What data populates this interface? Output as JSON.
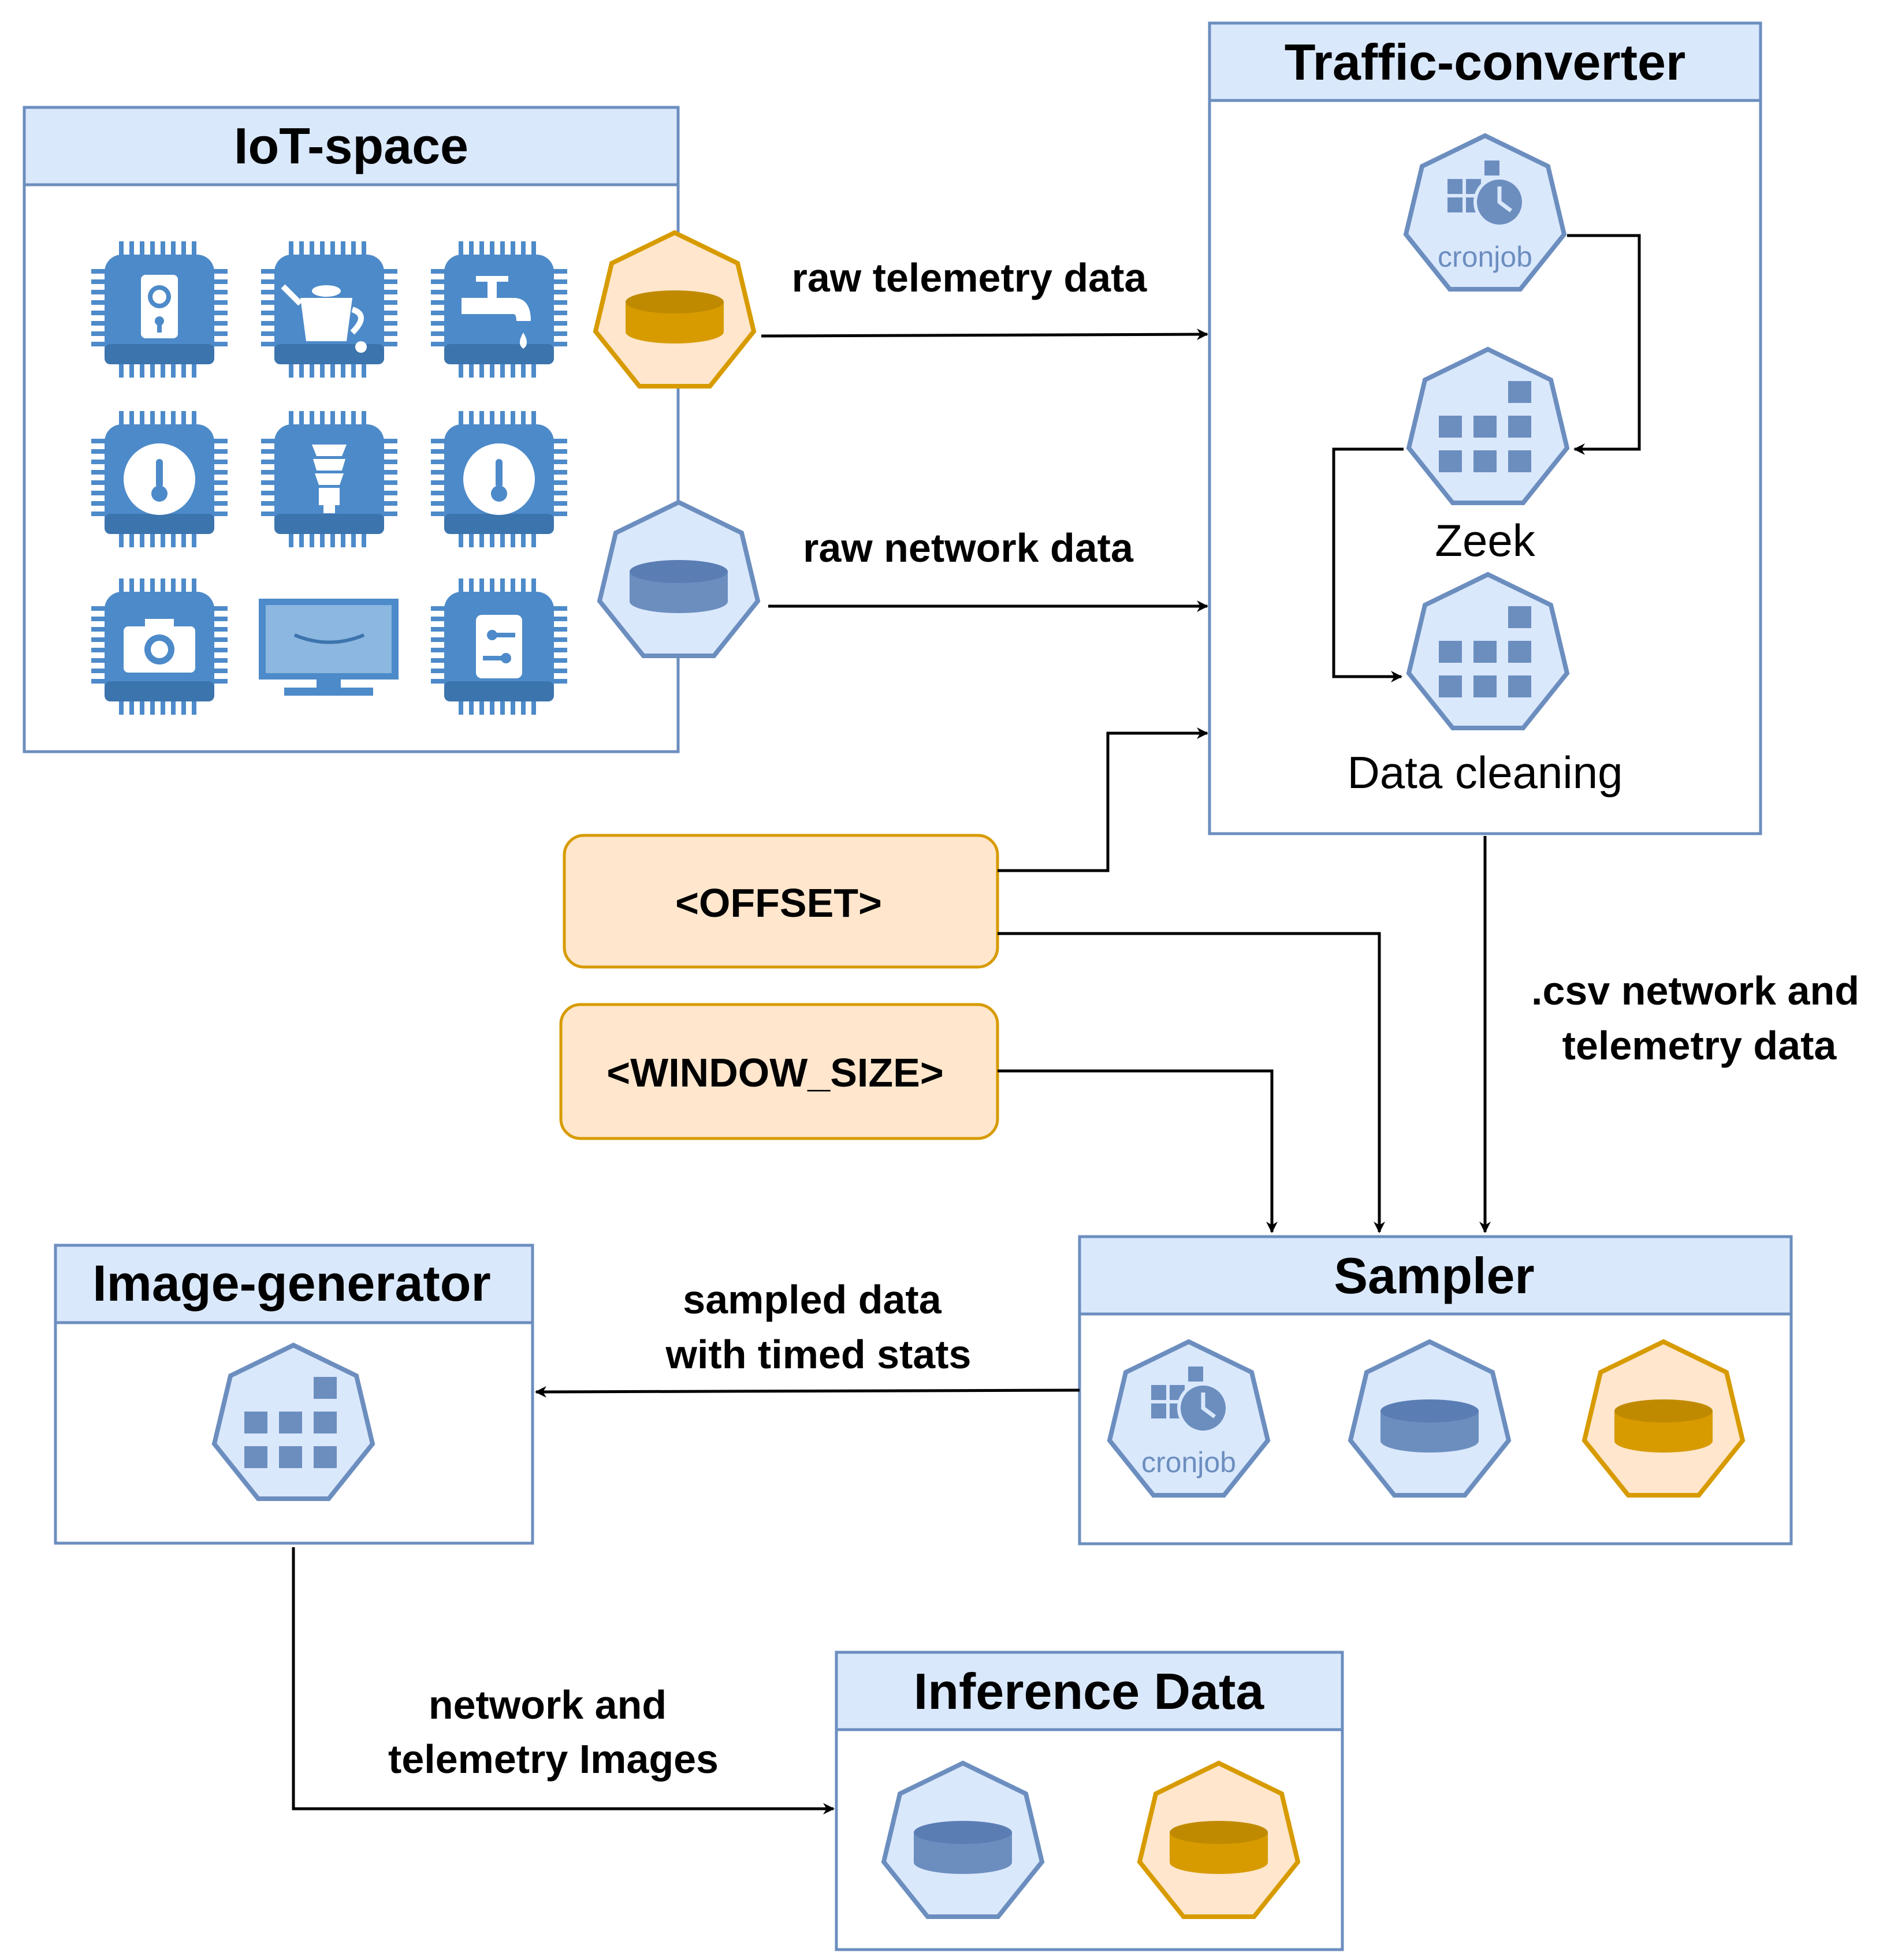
{
  "boxes": {
    "iot_space": "IoT-space",
    "traffic_converter": "Traffic-converter",
    "sampler": "Sampler",
    "image_generator": "Image-generator",
    "inference_data": "Inference Data"
  },
  "components": {
    "cronjob_label": "cronjob",
    "zeek_label": "Zeek",
    "data_cleaning_label": "Data cleaning"
  },
  "params": {
    "offset": "<OFFSET>",
    "window_size": "<WINDOW_SIZE>"
  },
  "edges": {
    "raw_telemetry": "raw telemetry data",
    "raw_network": "raw network data",
    "csv_line1": ".csv network and",
    "csv_line2": "telemetry data",
    "sampled_line1": "sampled data",
    "sampled_line2": "with timed stats",
    "images_line1": "network and",
    "images_line2": "telemetry Images"
  },
  "colors": {
    "blue_fill": "#dae8fc",
    "blue_stroke": "#6c8ebf",
    "orange_fill": "#ffe6cc",
    "orange_stroke": "#d79b00",
    "chip_blue": "#4d8ac9"
  }
}
